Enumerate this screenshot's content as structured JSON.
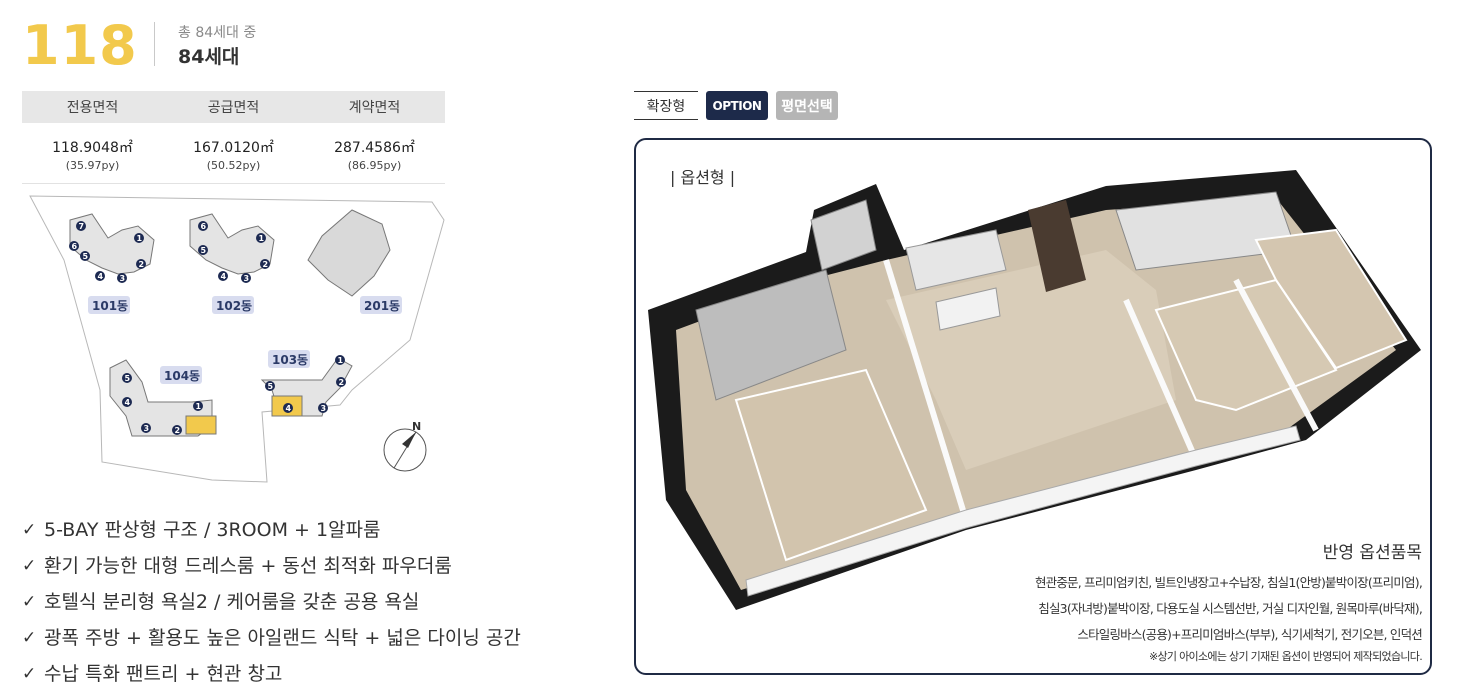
{
  "header": {
    "type_number": "118",
    "units_total": "총 84세대 중",
    "units_count": "84세대"
  },
  "area_table": {
    "headers": [
      "전용면적",
      "공급면적",
      "계약면적"
    ],
    "rows": [
      {
        "value": "118.9048㎡",
        "py": "(35.97py)"
      },
      {
        "value": "167.0120㎡",
        "py": "(50.52py)"
      },
      {
        "value": "287.4586㎡",
        "py": "(86.95py)"
      }
    ]
  },
  "site_map": {
    "buildings": {
      "b101": "101동",
      "b102": "102동",
      "b201": "201동",
      "b104": "104동",
      "b103": "103동"
    },
    "compass": "N",
    "highlight_color": "#f2c94c"
  },
  "features": [
    "5-BAY 판상형 구조 / 3ROOM + 1알파룸",
    "환기 가능한 대형 드레스룸 + 동선 최적화 파우더룸",
    "호텔식 분리형 욕실2 / 케어룸을 갖춘 공용 욕실",
    "광폭 주방 + 활용도 높은 아일랜드 식탁 + 넓은 다이닝 공간",
    "수납 특화 팬트리 + 현관 창고"
  ],
  "tabs": {
    "extended": "확장형",
    "option": "OPTION",
    "plan_select": "평면선택"
  },
  "plan": {
    "type_label": "| 옵션형 |",
    "options_title": "반영 옵션품목",
    "options_lines": [
      "현관중문, 프리미엄키친, 빌트인냉장고+수납장, 침실1(안방)붙박이장(프리미엄),",
      "침실3(자녀방)붙박이장, 다용도실 시스템선반, 거실 디자인월, 원목마루(바닥재),",
      "스타일링바스(공용)+프리미엄바스(부부), 식기세척기, 전기오븐, 인덕션"
    ],
    "note": "※상기 아이소에는 상기 기재된 옵션이 반영되어 제작되었습니다."
  },
  "colors": {
    "accent_yellow": "#f2c94c",
    "navy": "#1d2a4a"
  }
}
